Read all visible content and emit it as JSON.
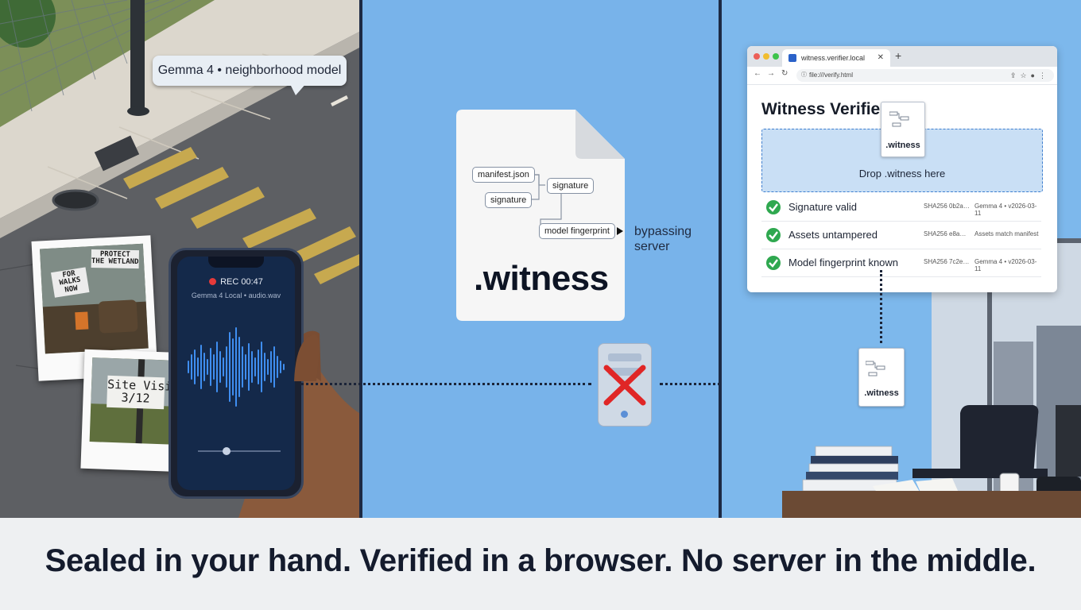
{
  "street": {
    "bubble_text": "Gemma 4 • neighborhood model",
    "polaroid1_sign_left": "FOR\nWALKS\nNOW",
    "polaroid1_sign_right": "PROTECT\nTHE WETLAND",
    "polaroid2_sign": "Site Visit\n3/12",
    "phone": {
      "rec_label": "REC 00:47",
      "model_label": "Gemma 4 Local • audio.wav",
      "progress": 0.35
    }
  },
  "bundle": {
    "extension_label": ".witness",
    "nodes": [
      "manifest.json",
      "signature",
      "signature",
      "model fingerprint"
    ],
    "bypass_label": "bypassing\nserver"
  },
  "browser": {
    "tab_title": "witness.verifier.local",
    "url": "file:///verify.html",
    "page_title": "Witness Verifier",
    "dragged_file_label": ".witness",
    "drop_label": "Drop .witness here",
    "checks": [
      {
        "label": "Signature valid",
        "hash": "SHA256 0b2a…",
        "meta": "Gemma 4 • v2026-03-11"
      },
      {
        "label": "Assets untampered",
        "hash": "SHA256 e8a…",
        "meta": "Assets match manifest"
      },
      {
        "label": "Model fingerprint known",
        "hash": "SHA256 7c2e…",
        "meta": "Gemma 4 • v2026-03-11"
      }
    ]
  },
  "office": {
    "file_label": ".witness"
  },
  "caption": "Sealed in your hand. Verified in a browser. No server in the middle.",
  "colors": {
    "panel_blue": "#78b3ea",
    "accent_red": "#e02626",
    "check_green": "#2fa84f",
    "caption_text": "#141b2d"
  }
}
